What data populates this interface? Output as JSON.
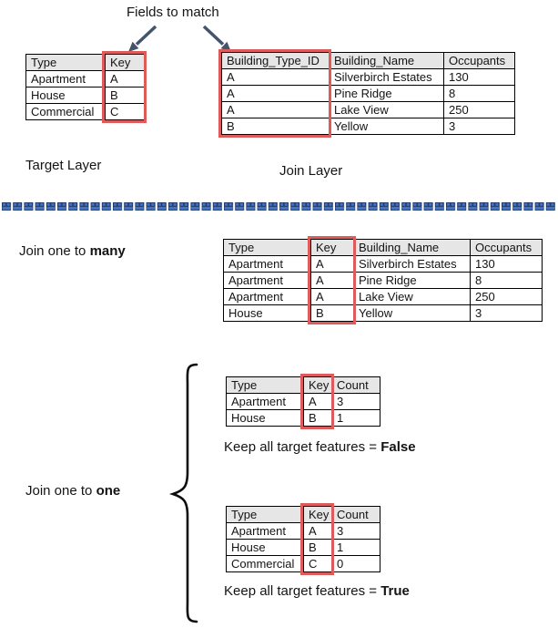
{
  "title": "Fields to match",
  "labels": {
    "target_layer": "Target Layer",
    "join_layer": "Join Layer",
    "one_to_many": {
      "text": "Join one to ",
      "bold": "many"
    },
    "one_to_one": {
      "text": "Join one to ",
      "bold": "one"
    },
    "keep_false": {
      "text": "Keep all target features = ",
      "bold": "False"
    },
    "keep_true": {
      "text": "Keep all target features = ",
      "bold": "True"
    }
  },
  "tables": {
    "target": {
      "headers": [
        "Type",
        "Key"
      ],
      "rows": [
        [
          "Apartment",
          "A"
        ],
        [
          "House",
          "B"
        ],
        [
          "Commercial",
          "C"
        ]
      ],
      "highlight_col": 1
    },
    "join": {
      "headers": [
        "Building_Type_ID",
        "Building_Name",
        "Occupants"
      ],
      "rows": [
        [
          "A",
          "Silverbirch Estates",
          "130"
        ],
        [
          "A",
          "Pine Ridge",
          "8"
        ],
        [
          "A",
          "Lake View",
          "250"
        ],
        [
          "B",
          "Yellow",
          "3"
        ]
      ],
      "highlight_col": 0
    },
    "one_to_many": {
      "headers": [
        "Type",
        "Key",
        "Building_Name",
        "Occupants"
      ],
      "rows": [
        [
          "Apartment",
          "A",
          "Silverbirch Estates",
          "130"
        ],
        [
          "Apartment",
          "A",
          "Pine Ridge",
          "8"
        ],
        [
          "Apartment",
          "A",
          "Lake View",
          "250"
        ],
        [
          "House",
          "B",
          "Yellow",
          "3"
        ]
      ],
      "highlight_col": 1
    },
    "one_to_one_false": {
      "headers": [
        "Type",
        "Key",
        "Count"
      ],
      "rows": [
        [
          "Apartment",
          "A",
          "3"
        ],
        [
          "House",
          "B",
          "1"
        ]
      ],
      "highlight_col": 1
    },
    "one_to_one_true": {
      "headers": [
        "Type",
        "Key",
        "Count"
      ],
      "rows": [
        [
          "Apartment",
          "A",
          "3"
        ],
        [
          "House",
          "B",
          "1"
        ],
        [
          "Commercial",
          "C",
          "0"
        ]
      ],
      "highlight_col": 1
    }
  },
  "colors": {
    "highlight": "#DE5B5B",
    "header_bg": "#E7E6E6",
    "arrow": "#44546A",
    "divider_blue": "#4472C4",
    "divider_navy": "#1F3864",
    "brace": "#0d0d0d"
  }
}
